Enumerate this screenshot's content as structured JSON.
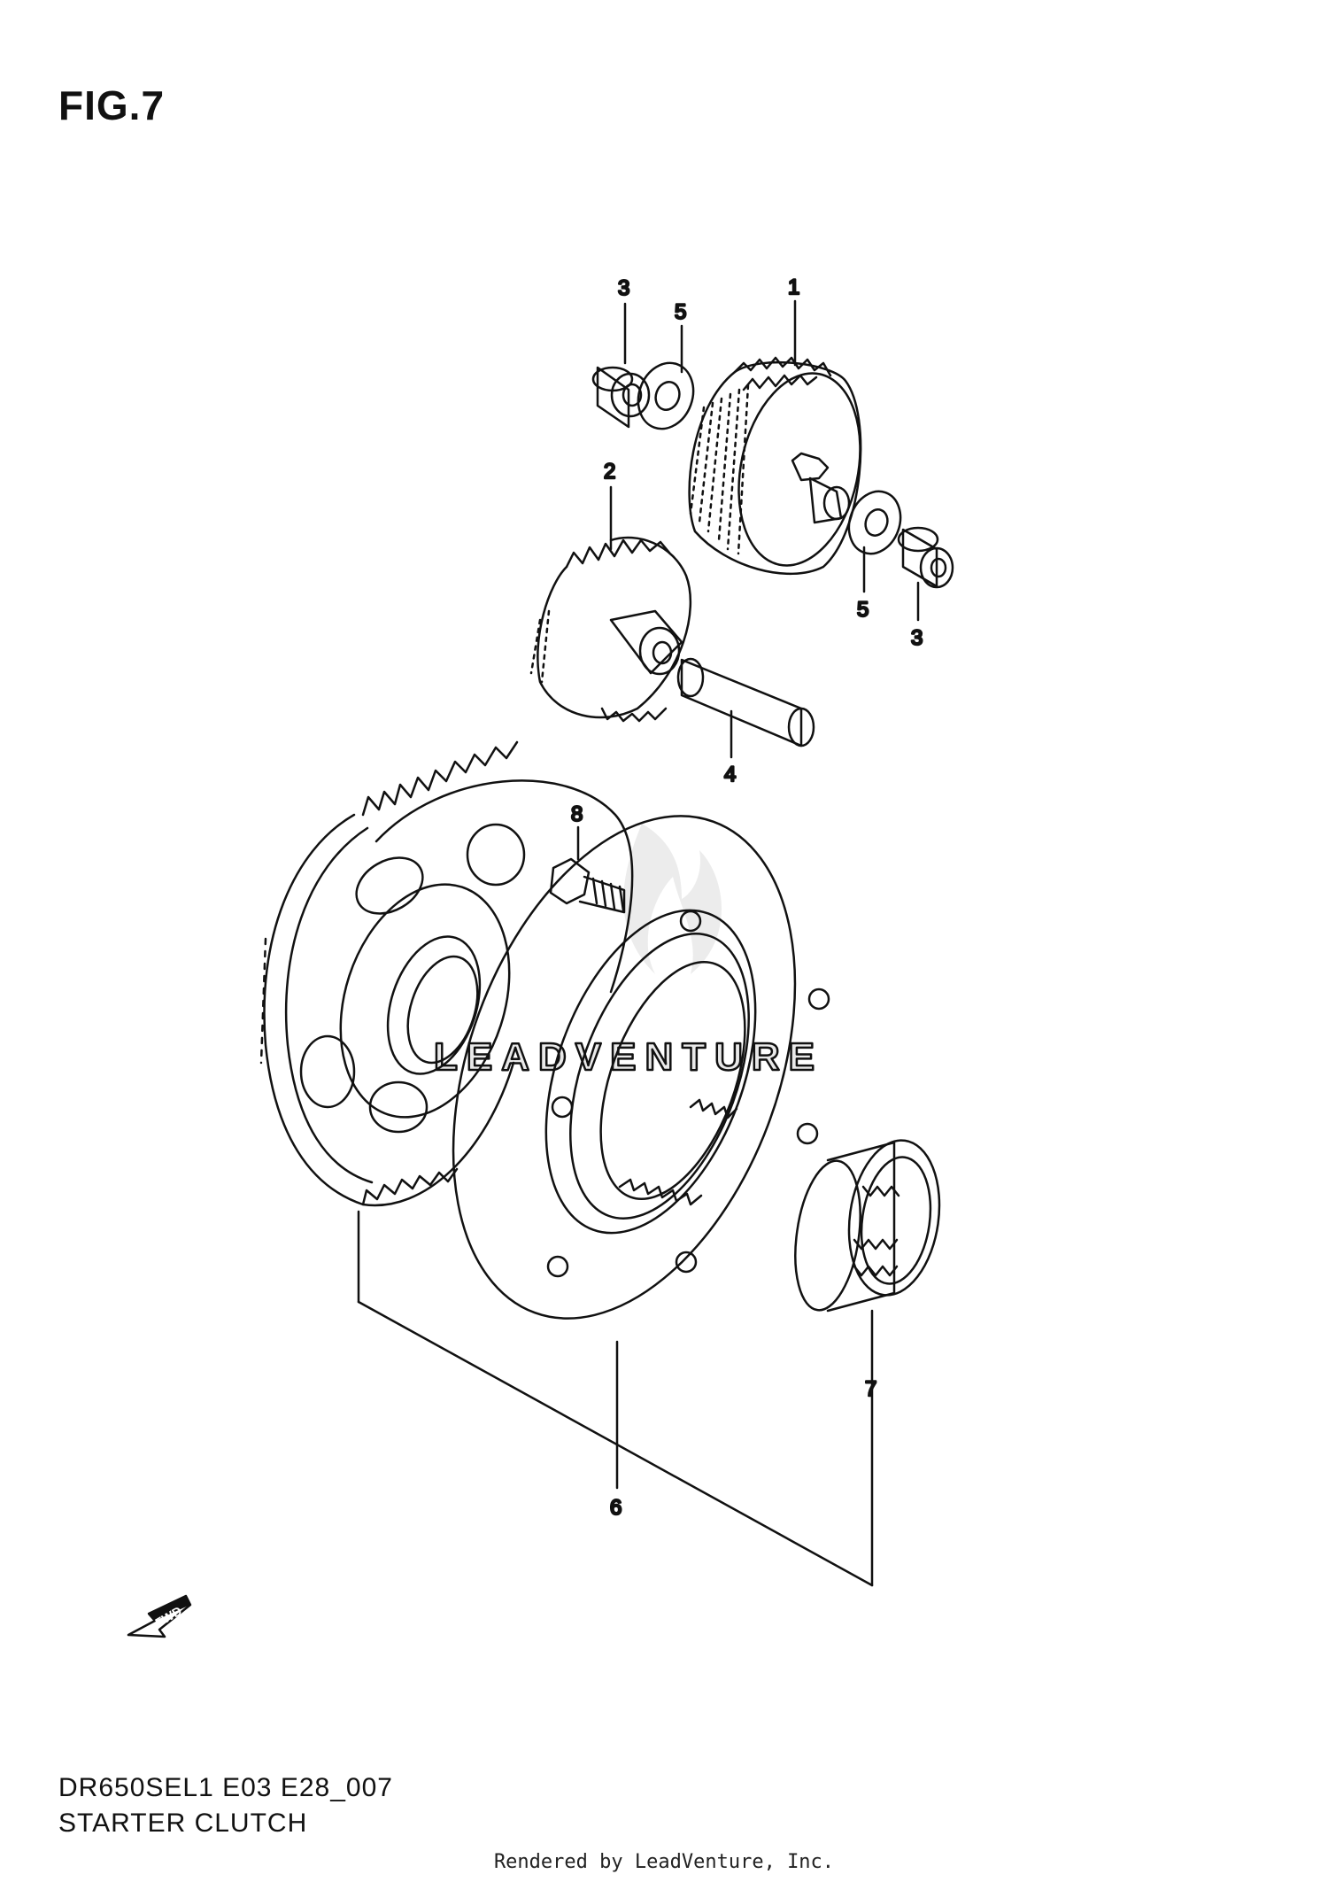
{
  "figure": {
    "title": "FIG.7"
  },
  "footer": {
    "model_code": "DR650SEL1 E03 E28_007",
    "section_name": "STARTER CLUTCH",
    "credit": "Rendered by LeadVenture, Inc."
  },
  "watermark": {
    "text": "LEADVENTURE"
  },
  "fwd_arrow": {
    "label": "FWD"
  },
  "callouts": [
    {
      "part": "starter-idle-gear-no1",
      "number": "1"
    },
    {
      "part": "starter-idle-gear-no2",
      "number": "2"
    },
    {
      "part": "bushing-top",
      "number": "3"
    },
    {
      "part": "bushing-right",
      "number": "3"
    },
    {
      "part": "idle-gear-shaft",
      "number": "4"
    },
    {
      "part": "washer-top",
      "number": "5"
    },
    {
      "part": "washer-right",
      "number": "5"
    },
    {
      "part": "starter-clutch-assembly",
      "number": "6"
    },
    {
      "part": "bearing",
      "number": "7"
    },
    {
      "part": "bolt",
      "number": "8"
    }
  ]
}
